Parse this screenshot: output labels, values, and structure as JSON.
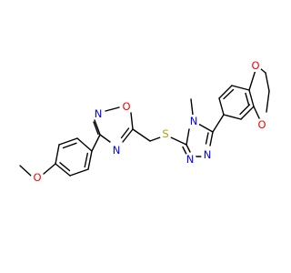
{
  "colors": {
    "bond": "#000000",
    "oxygen": "#ff0000",
    "nitrogen": "#0000ff",
    "sulfur": "#b2a000",
    "carbon_label": "#000000"
  },
  "atoms": {
    "o_methoxy": "O",
    "o_oxadiazole": "O",
    "n_oxadiazole_2": "N",
    "n_oxadiazole_4": "N",
    "s_thioether": "S",
    "n_triazole_4": "N",
    "n_triazole_1": "N",
    "n_triazole_2": "N",
    "o_dioxine_1": "O",
    "o_dioxine_4": "O"
  }
}
